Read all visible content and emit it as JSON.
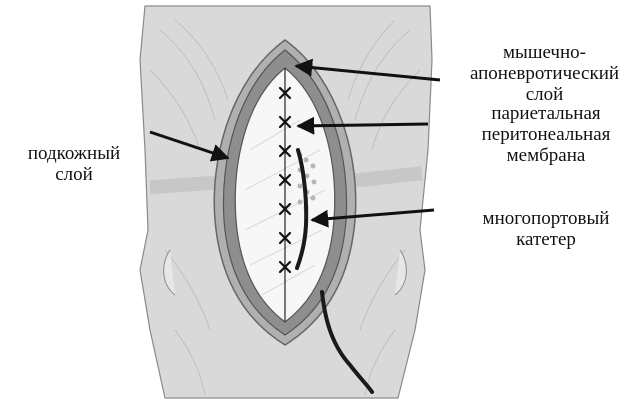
{
  "labels": {
    "subcutaneous": [
      "подкожный",
      "слой"
    ],
    "muscle": [
      "мышечно-",
      "апоневротический",
      "слой"
    ],
    "peritoneum": [
      "париетальная",
      "перитонеальная",
      "мембрана"
    ],
    "catheter": [
      "многопортовый",
      "катетер"
    ]
  },
  "colors": {
    "skin": "#d9d9d9",
    "muscle_layer": "#8e8e8e",
    "wound_inner": "#f7f7f7",
    "outline": "#555555",
    "arrow": "#111111",
    "catheter": "#1a1a1a"
  }
}
